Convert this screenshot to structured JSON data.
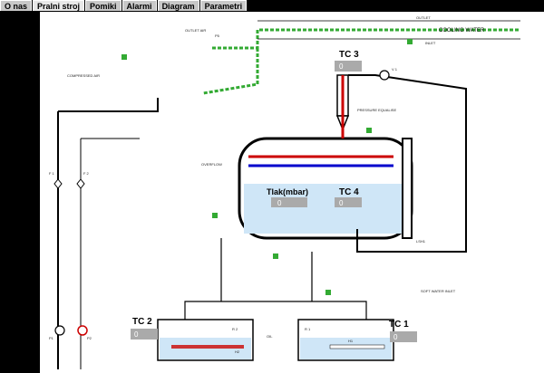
{
  "tabs": [
    {
      "label": "O nas"
    },
    {
      "label": "Pralni stroj"
    },
    {
      "label": "Pomiki"
    },
    {
      "label": "Alarmi"
    },
    {
      "label": "Diagram"
    },
    {
      "label": "Parametri"
    }
  ],
  "labels": {
    "outlet": "OUTLET",
    "cooling_water": "COOLING WATER",
    "inlet": "INLET",
    "outlet_air": "OUTLET AIR",
    "compressed_air": "COMPRESSED AIR",
    "pressure_equalise": "PRESSURE EQUALISE",
    "overflow": "OVERFLOW",
    "soft_water_inlet": "SOFT WATER INLET",
    "pressure": "Tlak(mbar)",
    "f1": "F 1",
    "f2": "F 2",
    "p1": "P1",
    "p2": "P2",
    "r1": "R 1",
    "r2": "R 2",
    "h1": "H1",
    "h2": "H2",
    "v1": "V 1",
    "p5": "P5",
    "oil": "OIL",
    "lsh1": "LSH1"
  },
  "gauges": {
    "tc1": {
      "label": "TC 1",
      "value": "0"
    },
    "tc2": {
      "label": "TC 2",
      "value": "0"
    },
    "tc3": {
      "label": "TC 3",
      "value": "0"
    },
    "tc4": {
      "label": "TC 4",
      "value": "0"
    },
    "pressure": {
      "value": "0"
    }
  }
}
